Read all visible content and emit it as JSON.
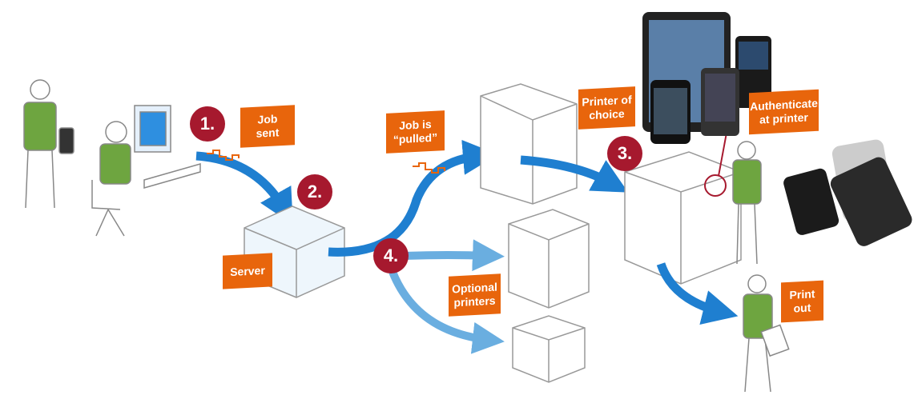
{
  "colors": {
    "label": "#e8650c",
    "step": "#a6192e",
    "arrow": "#1f7fd0",
    "optional_arrow": "#6aaee0",
    "person": "#6ea540"
  },
  "steps": [
    {
      "number": "1.",
      "label": "Job\nsent"
    },
    {
      "number": "2.",
      "label": "Server"
    },
    {
      "number": "3.",
      "label": "Printer of\nchoice"
    },
    {
      "number": "4.",
      "label": "Optional\nprinters"
    }
  ],
  "labels": {
    "pulled": "Job is\n“pulled”",
    "authenticate": "Authenticate\nat printer",
    "print_out": "Print\nout"
  }
}
